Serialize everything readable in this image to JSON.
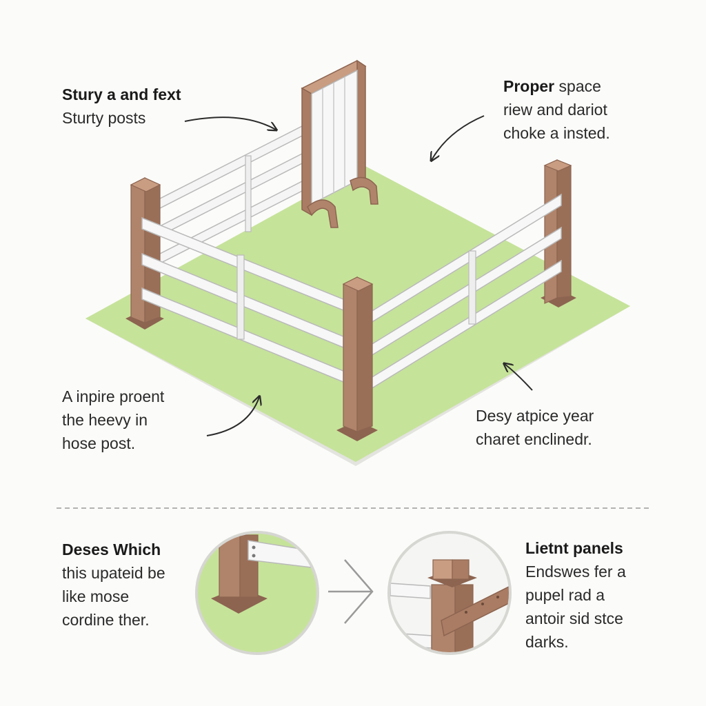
{
  "colors": {
    "background": "#fbfbf9",
    "grass": "#c6e39a",
    "grass_edge": "#b7d58a",
    "wood": "#b0846b",
    "wood_dark": "#8c6450",
    "wood_top": "#c99d82",
    "rail": "#f7f7f7",
    "rail_edge": "#b9b9b9",
    "arrow": "#2b2b2b"
  },
  "callouts": {
    "top_left": {
      "bold": "Stury a and fext",
      "lines": [
        "Sturty posts"
      ]
    },
    "top_right": {
      "bold": "Proper",
      "bold_rest": " space",
      "lines": [
        "riew and dariot",
        "choke a insted."
      ]
    },
    "mid_left": {
      "lines": [
        "A inpire proent",
        "the heevy in",
        "hose post."
      ]
    },
    "mid_right": {
      "lines": [
        "Desy atpice year",
        "charet enclinedr."
      ]
    },
    "bottom_left": {
      "bold": "Deses Which",
      "lines": [
        "this upateid be",
        "like mose",
        "cordine ther."
      ]
    },
    "bottom_right": {
      "bold": "Lietnt panels",
      "lines": [
        "Endswes fer a",
        "pupel rad a",
        "antoir sid stce",
        "darks."
      ]
    }
  },
  "icons": {
    "transition_arrow": "chevron-right-arrow-icon",
    "pointer_arrows": "curved-arrow-icon"
  }
}
